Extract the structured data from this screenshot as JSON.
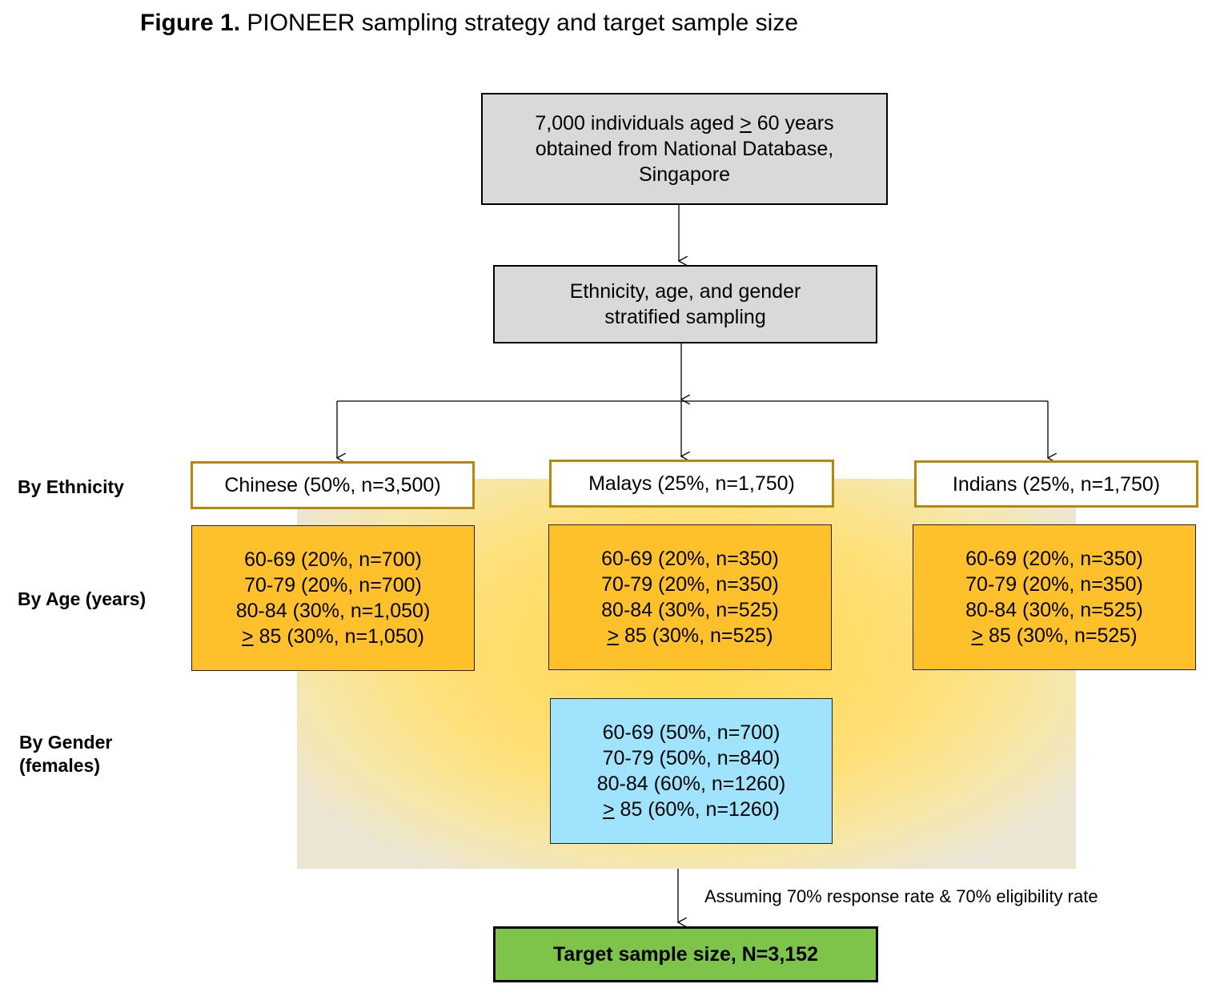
{
  "figure": {
    "title_bold": "Figure 1.",
    "title_rest": " PIONEER sampling strategy and target sample size"
  },
  "source_box": {
    "line1_pre": "7,000 individuals aged ",
    "line1_symbol": ">",
    "line1_post": " 60 years",
    "line2": "obtained from National Database,",
    "line3": "Singapore"
  },
  "strat_box": {
    "line1": "Ethnicity, age, and gender",
    "line2": "stratified sampling"
  },
  "row_labels": {
    "ethnicity": "By Ethnicity",
    "age": "By Age (years)",
    "gender_line1": "By Gender",
    "gender_line2": "(females)"
  },
  "ethnicity": [
    {
      "label": "Chinese (50%, n=3,500)"
    },
    {
      "label": "Malays (25%, n=1,750)"
    },
    {
      "label": "Indians (25%, n=1,750)"
    }
  ],
  "age_groups": [
    {
      "rows": [
        "60-69 (20%, n=700)",
        "70-79 (20%, n=700)",
        "80-84 (30%, n=1,050)"
      ],
      "last_symbol": ">",
      "last_text": " 85 (30%, n=1,050)"
    },
    {
      "rows": [
        "60-69 (20%, n=350)",
        "70-79 (20%, n=350)",
        "80-84 (30%, n=525)"
      ],
      "last_symbol": ">",
      "last_text": " 85 (30%, n=525)"
    },
    {
      "rows": [
        "60-69 (20%, n=350)",
        "70-79 (20%, n=350)",
        "80-84 (30%, n=525)"
      ],
      "last_symbol": ">",
      "last_text": " 85 (30%, n=525)"
    }
  ],
  "gender": {
    "rows": [
      "60-69 (50%, n=700)",
      "70-79 (50%, n=840)",
      "80-84 (60%, n=1260)"
    ],
    "last_symbol": ">",
    "last_text": " 85 (60%, n=1260)"
  },
  "assumption_note": "Assuming 70% response rate & 70% eligibility rate",
  "target": "Target sample size, N=3,152",
  "colors": {
    "grey_box": "#d9d9d9",
    "ethnicity_border": "#b8860b",
    "age_fill": "#ffc12b",
    "gender_fill": "#9fe4fc",
    "target_fill": "#7ec34a",
    "glow": "#ffd84d"
  }
}
